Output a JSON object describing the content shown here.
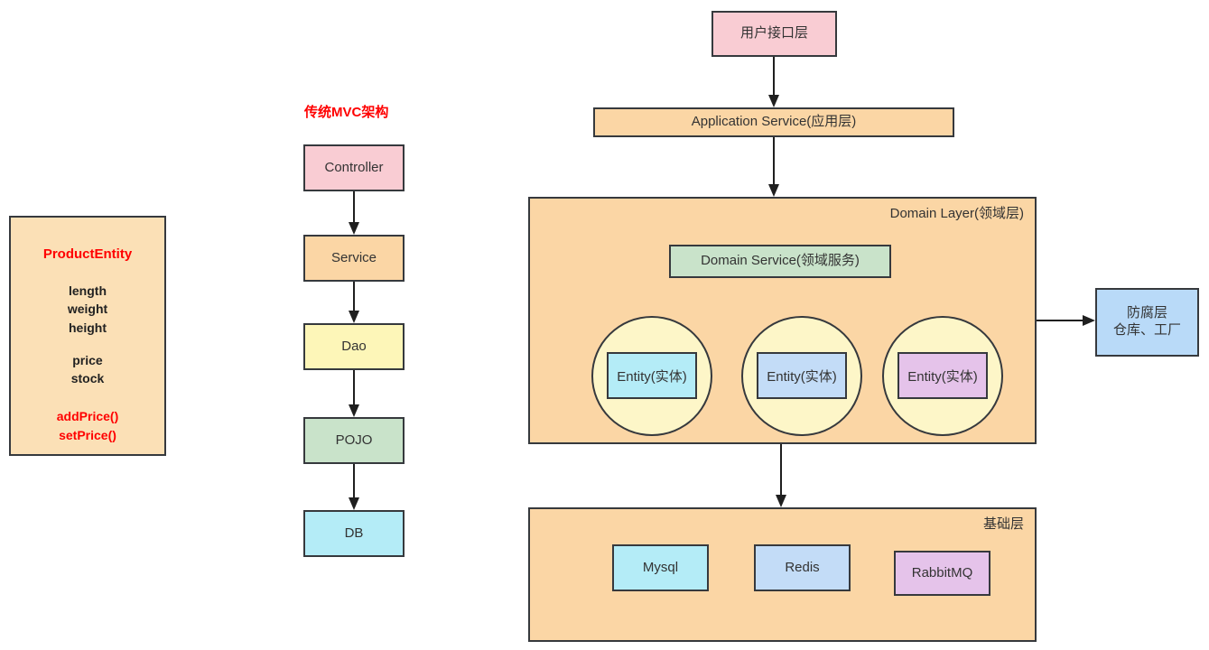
{
  "diagram": {
    "mvc": {
      "title": "传统MVC架构",
      "nodes": [
        {
          "label": "Controller",
          "color": "#f9ccd3"
        },
        {
          "label": "Service",
          "color": "#fbd6a5"
        },
        {
          "label": "Dao",
          "color": "#fdf6b8"
        },
        {
          "label": "POJO",
          "color": "#c9e3ca"
        },
        {
          "label": "DB",
          "color": "#b4ecf7"
        }
      ]
    },
    "entity_class": {
      "title": "ProductEntity",
      "attributes_group1": "length\nweight\nheight",
      "attributes_group2": "price\nstock",
      "methods": "addPrice()\nsetPrice()",
      "color": "#fbe0b6"
    },
    "ddd": {
      "ui_layer": {
        "label": "用户接口层",
        "color": "#f9ccd3"
      },
      "application_service": {
        "label": "Application Service(应用层)",
        "color": "#fbd6a5"
      },
      "domain_layer": {
        "caption": "Domain Layer(领域层)",
        "color": "#fbd6a5",
        "domain_service": {
          "label": "Domain Service(领域服务)",
          "color": "#c9e3ca"
        },
        "aggregates": [
          {
            "entity_label": "Entity(实体)",
            "entity_color": "#b4ecf7",
            "circle_color": "#fdf6c8"
          },
          {
            "entity_label": "Entity(实体)",
            "entity_color": "#c3dcf7",
            "circle_color": "#fdf6c8"
          },
          {
            "entity_label": "Entity(实体)",
            "entity_color": "#e5c3ea",
            "circle_color": "#fdf6c8"
          }
        ]
      },
      "anticorruption_layer": {
        "label": "防腐层\n仓库、工厂",
        "color": "#b9daf8"
      },
      "infrastructure_layer": {
        "caption": "基础层",
        "color": "#fbd6a5",
        "components": [
          {
            "label": "Mysql",
            "color": "#b4ecf7"
          },
          {
            "label": "Redis",
            "color": "#c3dcf7"
          },
          {
            "label": "RabbitMQ",
            "color": "#e5c3ea"
          }
        ]
      }
    },
    "colors": {
      "stroke": "#36393d",
      "arrow": "#1f1f1f",
      "accent_red": "#ff0000",
      "text": "#333333",
      "background": "#ffffff"
    }
  }
}
